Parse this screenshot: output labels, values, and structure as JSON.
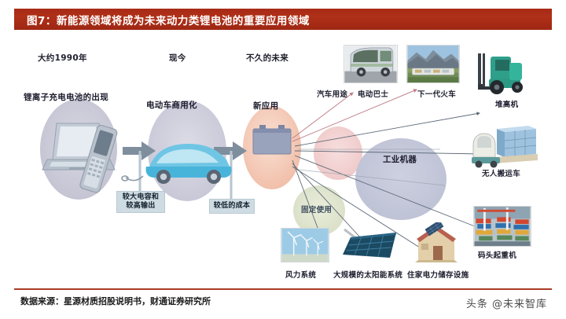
{
  "header": {
    "title": "图7：新能源领域将成为未来动力类锂电池的重要应用领域"
  },
  "footer": {
    "source": "数据来源：星源材质招股说明书，财通证券研究所",
    "watermark": "头条 @未来智库"
  },
  "diagram": {
    "timeline": [
      {
        "id": "past",
        "era": "大约1990年",
        "stage": "锂离子充电电池的出现"
      },
      {
        "id": "present",
        "era": "现今",
        "stage": "电动车商用化"
      },
      {
        "id": "future",
        "era": "不久的未来",
        "stage": "新应用"
      }
    ],
    "callouts": [
      {
        "id": "capacity",
        "line1": "较大电容和",
        "line2": "较高输出"
      },
      {
        "id": "cost",
        "line1": "较低的成本",
        "line2": ""
      }
    ],
    "clusters": [
      {
        "id": "automotive",
        "label": "汽车用途"
      },
      {
        "id": "industrial",
        "label": "工业机器"
      },
      {
        "id": "stationary",
        "label": "固定使用"
      }
    ],
    "applications": [
      {
        "id": "electric-bus",
        "label": "电动巴士"
      },
      {
        "id": "next-gen-train",
        "label": "下一代火车"
      },
      {
        "id": "stacker",
        "label": "堆高机"
      },
      {
        "id": "agv",
        "label": "无人搬运车"
      },
      {
        "id": "port-crane",
        "label": "码头起重机"
      },
      {
        "id": "wind-power",
        "label": "风力系统"
      },
      {
        "id": "solar-farm",
        "label": "大规模的太阳能系统"
      },
      {
        "id": "home-storage",
        "label": "住家电力储存设施"
      }
    ]
  },
  "colors": {
    "title_bar": "#a62a16",
    "footer_rule": "#a93c24",
    "ellipse_gray": "#c9c9d6",
    "ellipse_peach": "#f3c9b8",
    "ellipse_pink": "#f2cfcf",
    "ellipse_blue_gray": "#c3c6d8",
    "ellipse_green": "#dfe4cd",
    "arrow_gray": "#7d8d9b",
    "connector_pink": "#c98b93",
    "connector_gray": "#5d6a78",
    "callout_fill": "#cfdbe2"
  }
}
